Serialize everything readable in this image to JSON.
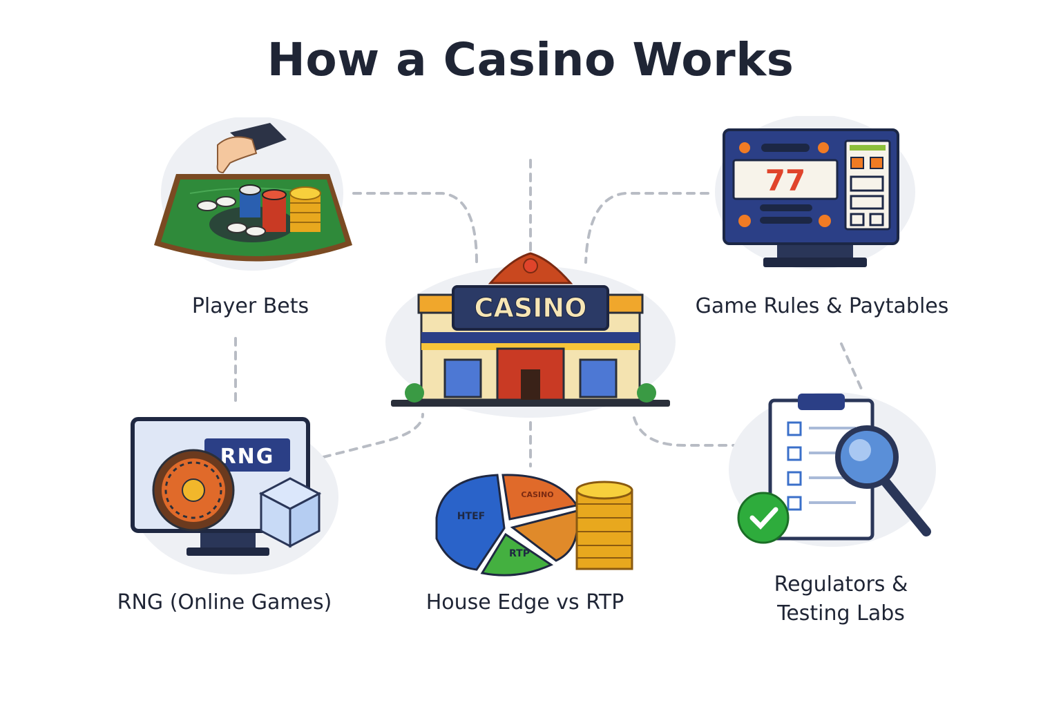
{
  "title": "How a Casino Works",
  "center": {
    "name": "casino-building",
    "sign": "CASINO"
  },
  "nodes": {
    "player_bets": {
      "label": "Player Bets"
    },
    "game_rules": {
      "label": "Game Rules & Paytables",
      "reel_text": "77"
    },
    "rng": {
      "label": "RNG (Online Games)",
      "screen_text": "RNG"
    },
    "house_edge": {
      "label": "House Edge vs RTP",
      "slice_labels": [
        "HTEF",
        "CASINO",
        "RTP"
      ]
    },
    "regulators": {
      "label_line1": "Regulators &",
      "label_line2": "Testing Labs"
    }
  },
  "colors": {
    "text": "#1f2535",
    "connector": "#b8bcc4",
    "felt": "#2f8a3a",
    "monitor": "#2b3f86",
    "accent_red": "#e0442b",
    "gold": "#f1b72b",
    "check_green": "#2eac3c",
    "glass_blue": "#5a8fd8"
  }
}
